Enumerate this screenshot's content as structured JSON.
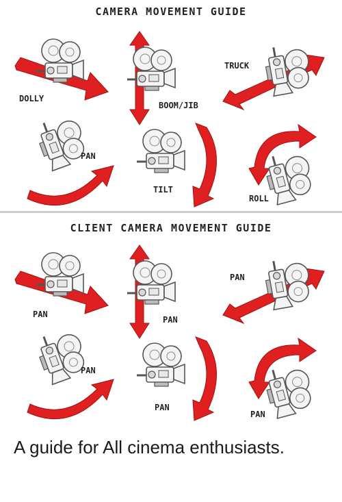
{
  "top_guide": {
    "title": "CAMERA MOVEMENT GUIDE",
    "labels": {
      "dolly": "DOLLY",
      "boom": "BOOM/JIB",
      "truck": "TRUCK",
      "pan": "PAN",
      "tilt": "TILT",
      "roll": "ROLL"
    }
  },
  "bottom_guide": {
    "title": "CLIENT CAMERA MOVEMENT GUIDE",
    "labels": {
      "dolly": "PAN",
      "boom": "PAN",
      "truck": "PAN",
      "pan": "PAN",
      "tilt": "PAN",
      "roll": "PAN"
    }
  },
  "caption": "A guide for All cinema enthusiasts.",
  "colors": {
    "arrow": "#e02020",
    "camera": "#f2f2f2",
    "outline": "#555555"
  }
}
